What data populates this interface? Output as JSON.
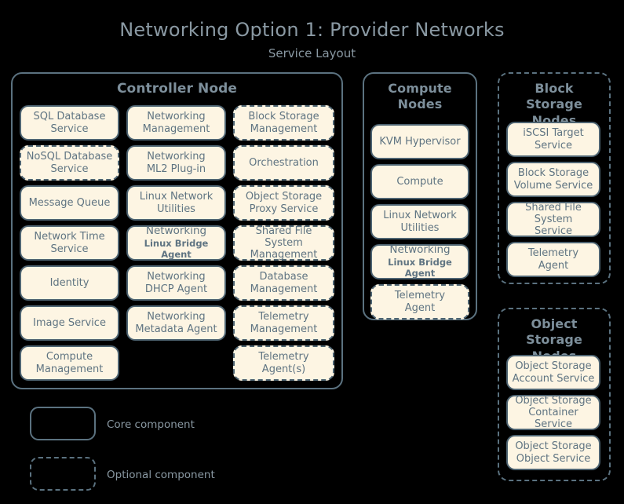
{
  "header": {
    "title": "Networking Option 1: Provider Networks",
    "subtitle": "Service Layout"
  },
  "colors": {
    "background": "#000000",
    "box_fill": "#fdf5e3",
    "box_border": "#4e6472",
    "container_border": "#5b7280",
    "text": "#5f7482",
    "heading_text": "#7d8f9b",
    "title_text": "#8a99a3"
  },
  "nodes": [
    {
      "id": "controller-node",
      "title": "Controller Node",
      "optional": false,
      "columns": [
        {
          "id": "controller-col-1",
          "items": [
            {
              "line1": "SQL Database",
              "line2": "Service",
              "optional": false
            },
            {
              "line1": "NoSQL Database",
              "line2": "Service",
              "optional": true
            },
            {
              "line1": "Message Queue",
              "line2": "",
              "optional": false
            },
            {
              "line1": "Network Time",
              "line2": "Service",
              "optional": false
            },
            {
              "line1": "Identity",
              "line2": "",
              "optional": false
            },
            {
              "line1": "Image Service",
              "line2": "",
              "optional": false
            },
            {
              "line1": "Compute",
              "line2": "Management",
              "optional": false
            }
          ]
        },
        {
          "id": "controller-col-2",
          "items": [
            {
              "line1": "Networking",
              "line2": "Management",
              "optional": false
            },
            {
              "line1": "Networking",
              "line2": "ML2 Plug-in",
              "optional": false
            },
            {
              "line1": "Linux Network",
              "line2": "Utilities",
              "optional": false
            },
            {
              "line1": "Networking",
              "line2": "Linux Bridge Agent",
              "optional": false,
              "two_size": true
            },
            {
              "line1": "Networking",
              "line2": "DHCP Agent",
              "optional": false
            },
            {
              "line1": "Networking",
              "line2": "Metadata Agent",
              "optional": false
            }
          ]
        },
        {
          "id": "controller-col-3",
          "items": [
            {
              "line1": "Block Storage",
              "line2": "Management",
              "optional": true
            },
            {
              "line1": "Orchestration",
              "line2": "",
              "optional": true
            },
            {
              "line1": "Object Storage",
              "line2": "Proxy Service",
              "optional": true
            },
            {
              "line1": "Shared File System",
              "line2": "Management",
              "optional": true
            },
            {
              "line1": "Database",
              "line2": "Management",
              "optional": true
            },
            {
              "line1": "Telemetry",
              "line2": "Management",
              "optional": true
            },
            {
              "line1": "Telemetry",
              "line2": "Agent(s)",
              "optional": true
            }
          ]
        }
      ]
    },
    {
      "id": "compute-nodes",
      "title": "Compute Nodes",
      "optional": false,
      "columns": [
        {
          "id": "compute-col-1",
          "items": [
            {
              "line1": "KVM Hypervisor",
              "line2": "",
              "optional": false
            },
            {
              "line1": "Compute",
              "line2": "",
              "optional": false
            },
            {
              "line1": "Linux Network",
              "line2": "Utilities",
              "optional": false
            },
            {
              "line1": "Networking",
              "line2": "Linux Bridge Agent",
              "optional": false,
              "two_size": true
            },
            {
              "line1": "Telemetry",
              "line2": "Agent",
              "optional": true
            }
          ]
        }
      ]
    },
    {
      "id": "block-storage-nodes",
      "title": "Block Storage Nodes",
      "optional": true,
      "columns": [
        {
          "id": "block-storage-col-1",
          "items": [
            {
              "line1": "iSCSI Target",
              "line2": "Service",
              "optional": false
            },
            {
              "line1": "Block Storage",
              "line2": "Volume Service",
              "optional": false
            },
            {
              "line1": "Shared File System",
              "line2": "Service",
              "optional": false
            },
            {
              "line1": "Telemetry",
              "line2": "Agent",
              "optional": false
            }
          ]
        }
      ]
    },
    {
      "id": "object-storage-nodes",
      "title": "Object Storage Nodes",
      "optional": true,
      "columns": [
        {
          "id": "object-storage-col-1",
          "items": [
            {
              "line1": "Object Storage",
              "line2": "Account Service",
              "optional": false
            },
            {
              "line1": "Object Storage",
              "line2": "Container Service",
              "optional": false
            },
            {
              "line1": "Object Storage",
              "line2": "Object Service",
              "optional": false
            }
          ]
        }
      ]
    }
  ],
  "legend": [
    {
      "id": "legend-core",
      "label": "Core component",
      "optional": false
    },
    {
      "id": "legend-optional",
      "label": "Optional component",
      "optional": true
    }
  ]
}
